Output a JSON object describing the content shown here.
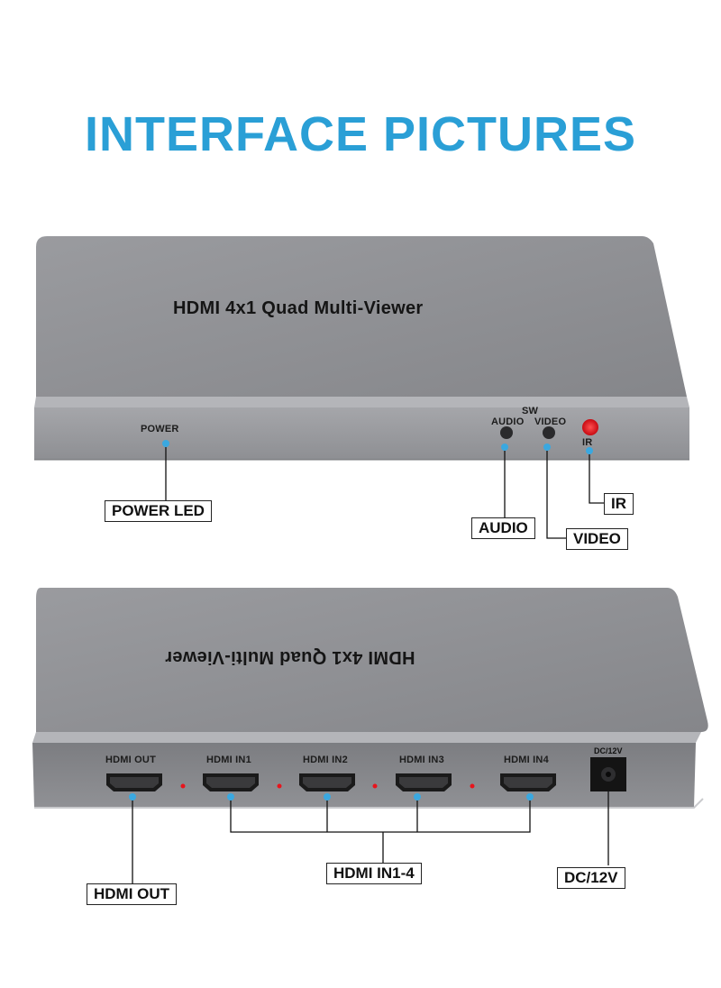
{
  "headline": "INTERFACE PICTURES",
  "front_panel": {
    "device_title": "HDMI 4x1 Quad Multi-Viewer",
    "power_label": "POWER",
    "sw_label": "SW",
    "audio_label": "AUDIO",
    "video_label": "VIDEO",
    "ir_label": "IR",
    "callouts": {
      "power_led": "POWER LED",
      "audio": "AUDIO",
      "video": "VIDEO",
      "ir": "IR"
    }
  },
  "rear_panel": {
    "device_title": "HDMI 4x1 Quad Multi-Viewer",
    "ports": [
      {
        "label": "HDMI OUT"
      },
      {
        "label": "HDMI IN1"
      },
      {
        "label": "HDMI IN2"
      },
      {
        "label": "HDMI IN3"
      },
      {
        "label": "HDMI IN4"
      }
    ],
    "dc_label": "DC/12V",
    "callouts": {
      "hdmi_out": "HDMI OUT",
      "hdmi_in": "HDMI IN1-4",
      "dc": "DC/12V"
    }
  },
  "colors": {
    "headline": "#2a9fd6",
    "device_body": "#8f9094",
    "indicator_blue": "#3aa8e0",
    "ir_red": "#e8141c"
  }
}
